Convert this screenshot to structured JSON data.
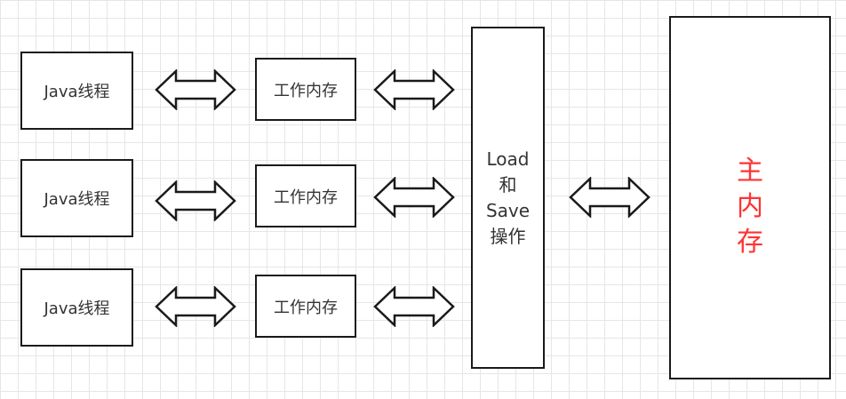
{
  "threads": [
    {
      "label": "Java线程"
    },
    {
      "label": "Java线程"
    },
    {
      "label": "Java线程"
    }
  ],
  "work_memories": [
    {
      "label": "工作内存"
    },
    {
      "label": "工作内存"
    },
    {
      "label": "工作内存"
    }
  ],
  "load_save": {
    "line1": "Load",
    "line2": "和",
    "line3": "Save",
    "line4": "操作"
  },
  "main_memory": {
    "line1": "主",
    "line2": "内",
    "line3": "存",
    "color": "#ff3333"
  },
  "icons": {
    "arrow": "double-headed-arrow-icon"
  },
  "colors": {
    "border": "#1a1a1a",
    "text": "#333333",
    "grid": "#e6e6e6"
  }
}
